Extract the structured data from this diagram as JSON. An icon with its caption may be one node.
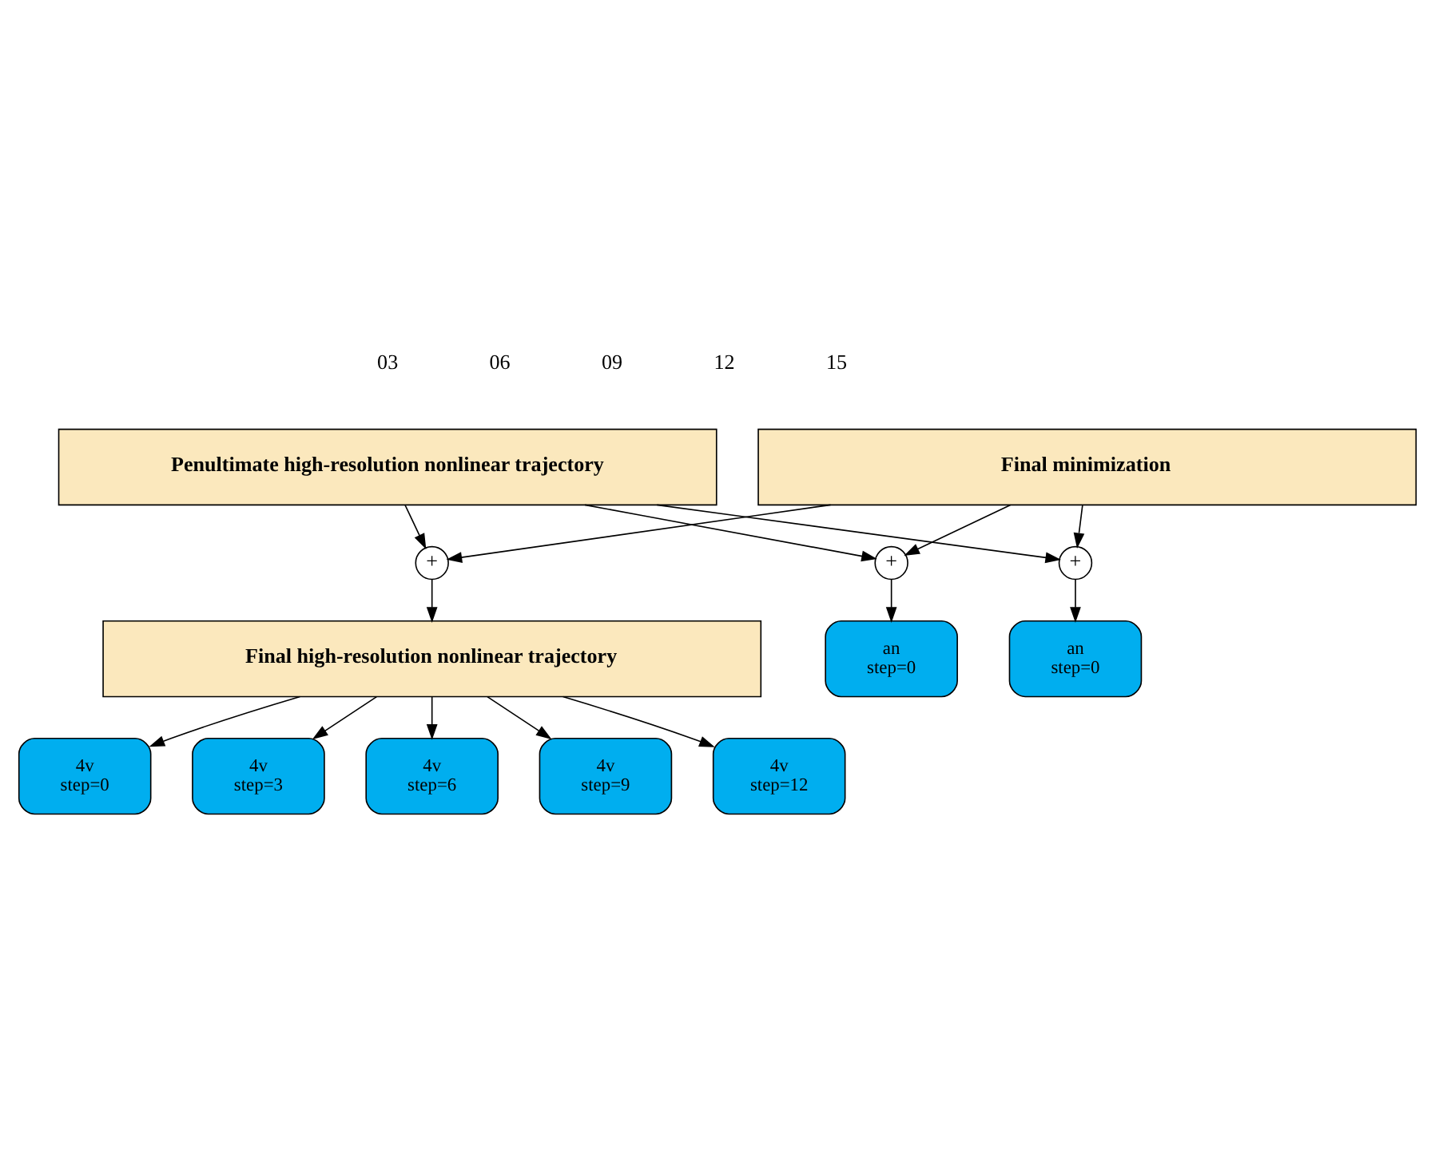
{
  "diagram": {
    "nodes": [
      {
        "text": [
          "Penultimate high-resolution nonlinear trajectory"
        ]
      },
      {
        "text": [
          "Final minimization"
        ]
      },
      {
        "text": [
          "+"
        ]
      },
      {
        "text": [
          "+"
        ]
      },
      {
        "text": [
          "+"
        ]
      },
      {
        "text": [
          "an",
          "step=0"
        ]
      },
      {
        "text": [
          "an",
          "step=0"
        ]
      },
      {
        "text": [
          "Final high-resolution nonlinear trajectory"
        ]
      },
      {
        "text": [
          "4v",
          "step=0"
        ]
      },
      {
        "text": [
          "4v",
          "step=3"
        ]
      },
      {
        "text": [
          "4v",
          "step=6"
        ]
      },
      {
        "text": [
          "4v",
          "step=9"
        ]
      },
      {
        "text": [
          "4v",
          "step=12"
        ]
      }
    ],
    "edges": [
      {
        "from": 0,
        "to": 2,
        "arrow": "to"
      },
      {
        "from": 1,
        "to": 2,
        "arrow": "to"
      },
      {
        "from": 0,
        "to": 3,
        "arrow": "to"
      },
      {
        "from": 1,
        "to": 3,
        "arrow": "to"
      },
      {
        "from": 0,
        "to": 4,
        "arrow": "to"
      },
      {
        "from": 1,
        "to": 4,
        "arrow": "to"
      },
      {
        "from": 3,
        "to": 5,
        "arrow": "to"
      },
      {
        "from": 4,
        "to": 6,
        "arrow": "to"
      },
      {
        "from": 2,
        "to": 7,
        "arrow": "to"
      },
      {
        "from": 7,
        "to": 8,
        "arrow": "to"
      },
      {
        "from": 7,
        "to": 9,
        "arrow": "to"
      },
      {
        "from": 7,
        "to": 10,
        "arrow": "to"
      },
      {
        "from": 7,
        "to": 11,
        "arrow": "to"
      },
      {
        "from": 7,
        "to": 12,
        "arrow": "to"
      }
    ],
    "labels": [
      "03",
      "06",
      "09",
      "12",
      "15"
    ]
  }
}
